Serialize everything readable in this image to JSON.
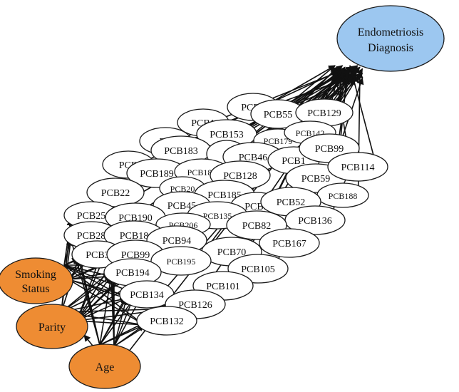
{
  "target": {
    "line1": "Endometriosis",
    "line2": "Diagnosis"
  },
  "covariates": {
    "smoking": {
      "line1": "Smoking",
      "line2": "Status"
    },
    "parity": "Parity",
    "age": "Age"
  },
  "pcb_nodes": [
    "PCB1",
    "PCB55",
    "PCB129",
    "PCB1",
    "PCB153",
    "PCB179",
    "PCB142",
    "PC",
    "PCB183",
    "P",
    "PCB46",
    "PCB1",
    "PCB99",
    "PCB",
    "PCB189",
    "PCB187",
    "PCB128",
    "PCB59",
    "PCB114",
    "PCB22",
    "PCB20",
    "PCB185",
    "PCB188",
    "PCB45",
    "PCB1",
    "PCB52",
    "PCB25",
    "PCB190",
    "PCB135",
    "PCB136",
    "PCB206",
    "PCB82",
    "PCB28",
    "PCB18",
    "PCB94",
    "PCB167",
    "PCB3",
    "PCB99",
    "PCB70",
    "PCB195",
    "PCB194",
    "PCB105",
    "PCB134",
    "PCB101",
    "PCB126",
    "PCB132"
  ],
  "colors": {
    "target": "#9cc7f0",
    "covariate": "#ee8c33",
    "pcb": "#ffffff"
  }
}
